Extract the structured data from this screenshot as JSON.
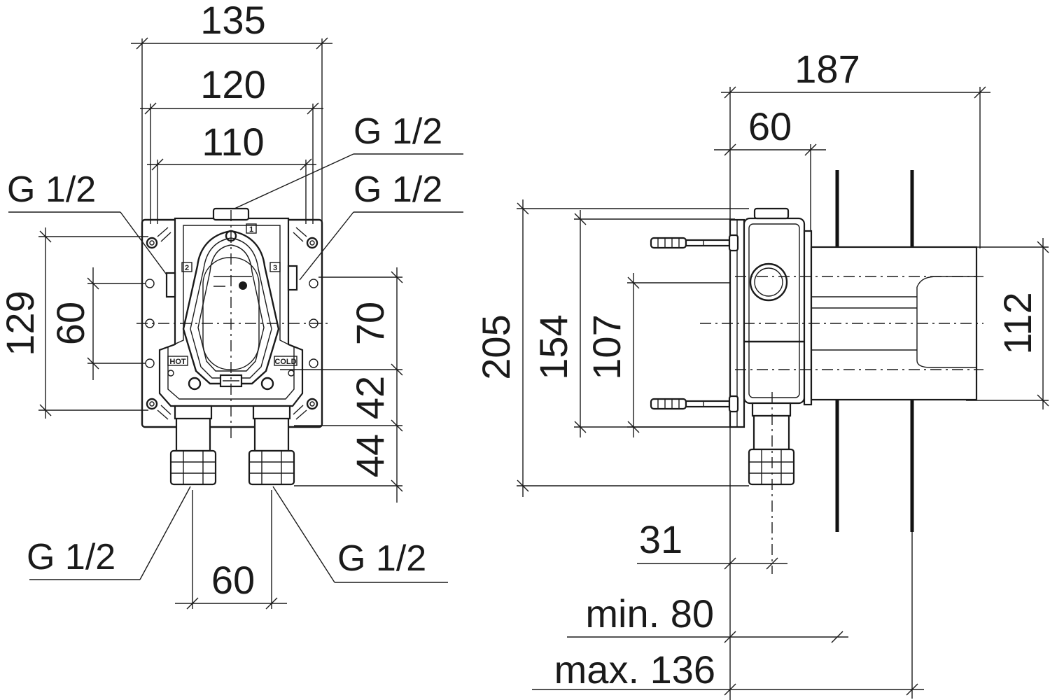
{
  "front_view": {
    "width_outer": "135",
    "width_middle": "120",
    "width_inner": "110",
    "label_top_outlet": "G 1/2",
    "label_right_outlet": "G 1/2",
    "label_left_outlet": "G 1/2",
    "height_total": "129",
    "height_holes": "60",
    "offset_upper": "70",
    "offset_lower": "42",
    "inlet_length": "44",
    "label_inlet_left": "G 1/2",
    "label_inlet_right": "G 1/2",
    "inlet_spacing": "60",
    "marker_1": "1",
    "marker_2": "2",
    "marker_3": "3",
    "hot_label": "HOT",
    "cold_label": "COLD"
  },
  "side_view": {
    "depth_total": "187",
    "depth_box": "60",
    "height_total": "205",
    "height_154": "154",
    "height_107": "107",
    "height_112": "112",
    "inlet_offset": "31",
    "wall_min": "min. 80",
    "wall_max": "max. 136"
  }
}
